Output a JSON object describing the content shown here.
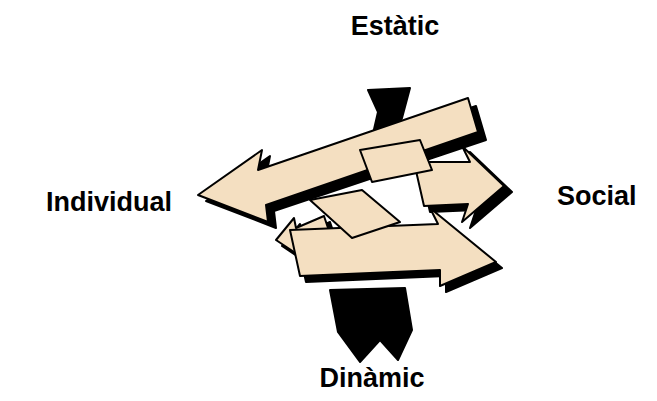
{
  "diagram": {
    "labels": [
      "Estàtic",
      "Individual",
      "Social",
      "Dinàmic"
    ]
  }
}
